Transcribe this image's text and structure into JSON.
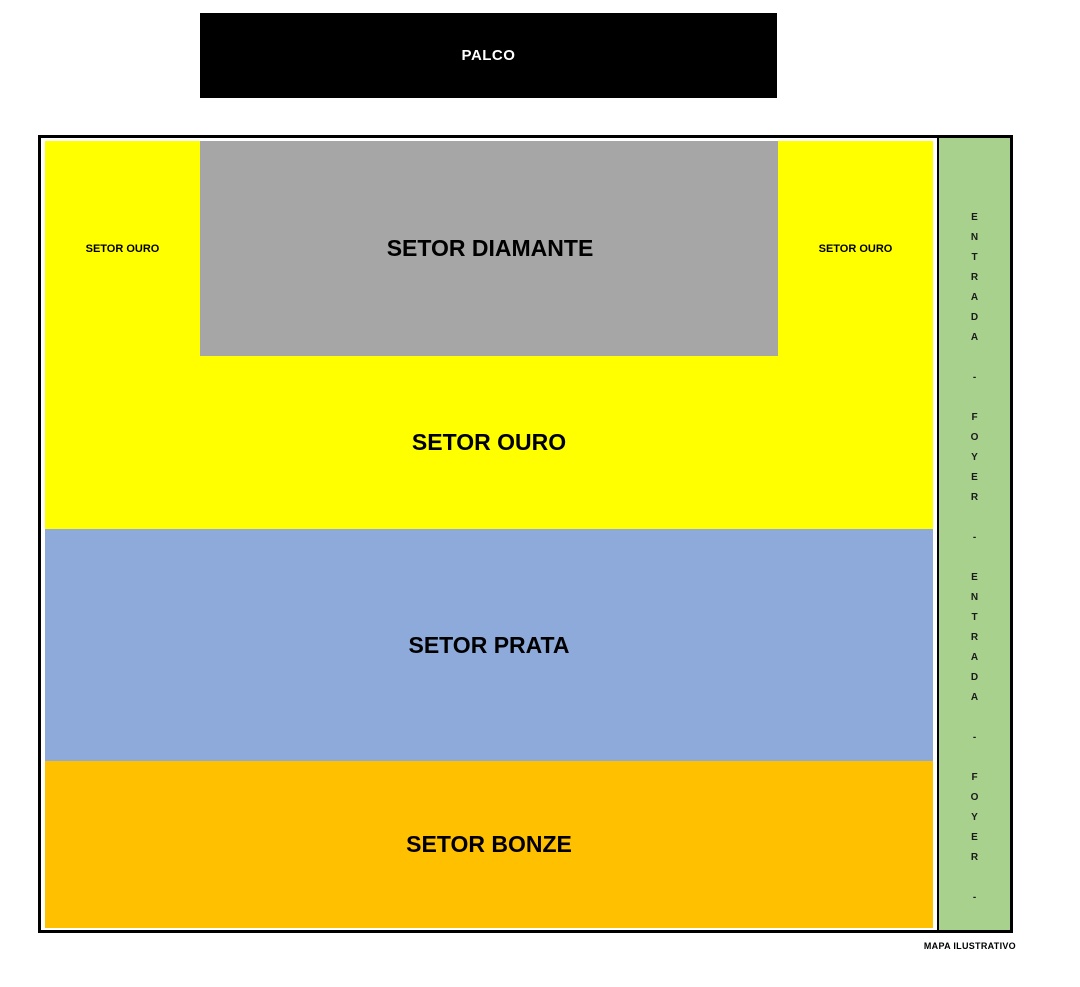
{
  "stage": {
    "label": "PALCO"
  },
  "sectors": {
    "ouro_left": {
      "label": "SETOR OURO",
      "color": "#FFFF00"
    },
    "diamante": {
      "label": "SETOR DIAMANTE",
      "color": "#A6A6A6"
    },
    "ouro_right": {
      "label": "SETOR OURO",
      "color": "#FFFF00"
    },
    "ouro_main": {
      "label": "SETOR OURO",
      "color": "#FFFF00"
    },
    "prata": {
      "label": "SETOR PRATA",
      "color": "#8EAADB"
    },
    "bonze": {
      "label": "SETOR BONZE",
      "color": "#FFC000"
    }
  },
  "entrance_strip": {
    "color": "#A9D18E",
    "text": "ENTRADA - FOYER - ENTRADA - FOYER -",
    "vertical_text": "E\nN\nT\nR\nA\nD\nA\n\n-\n\nF\nO\nY\nE\nR\n\n-\n\nE\nN\nT\nR\nA\nD\nA\n\n-\n\nF\nO\nY\nE\nR\n\n-"
  },
  "footnote": "MAPA ILUSTRATIVO",
  "stage_color": "#000000"
}
